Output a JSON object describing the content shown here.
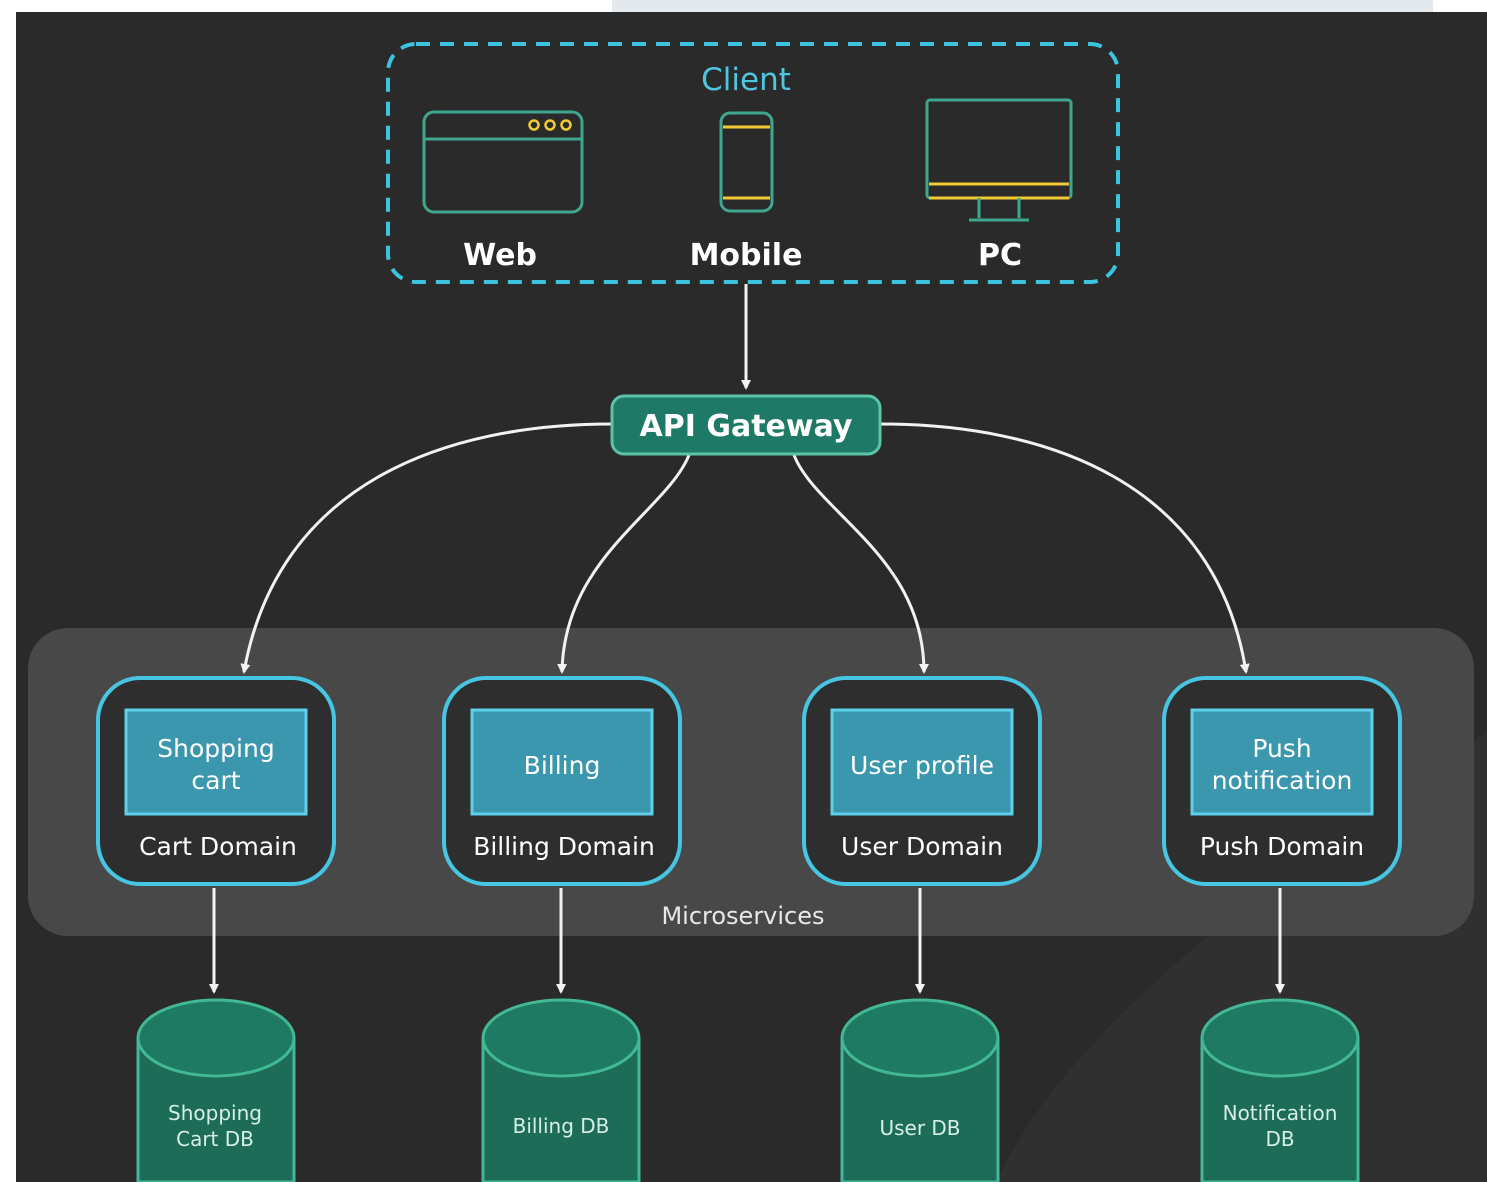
{
  "colors": {
    "background": "#2a2a2a",
    "client_border": "#3cc3df",
    "client_title": "#4fc6e0",
    "gateway_fill": "#1e7a66",
    "gateway_stroke": "#5bc4a8",
    "service_border": "#47c6e3",
    "service_fill": "#3b97ad",
    "microservices_panel": "#4a4a4a",
    "db_fill": "#1c6c58",
    "db_stroke": "#42b894",
    "icon_teal": "#3fa78e",
    "icon_yellow": "#f2c933",
    "arrow": "#f2f2f2"
  },
  "client": {
    "title": "Client",
    "devices": [
      {
        "label": "Web",
        "icon": "browser-window-icon"
      },
      {
        "label": "Mobile",
        "icon": "mobile-phone-icon"
      },
      {
        "label": "PC",
        "icon": "desktop-monitor-icon"
      }
    ]
  },
  "gateway": {
    "label": "API Gateway"
  },
  "microservices": {
    "label": "Microservices",
    "services": [
      {
        "lines": [
          "Shopping",
          "cart"
        ],
        "domain": "Cart Domain",
        "db": [
          "Shopping",
          "Cart DB"
        ]
      },
      {
        "lines": [
          "Billing"
        ],
        "domain": "Billing Domain",
        "db": [
          "Billing DB"
        ]
      },
      {
        "lines": [
          "User profile"
        ],
        "domain": "User Domain",
        "db": [
          "User DB"
        ]
      },
      {
        "lines": [
          "Push",
          "notification"
        ],
        "domain": "Push Domain",
        "db": [
          "Notification",
          "DB"
        ]
      }
    ]
  }
}
